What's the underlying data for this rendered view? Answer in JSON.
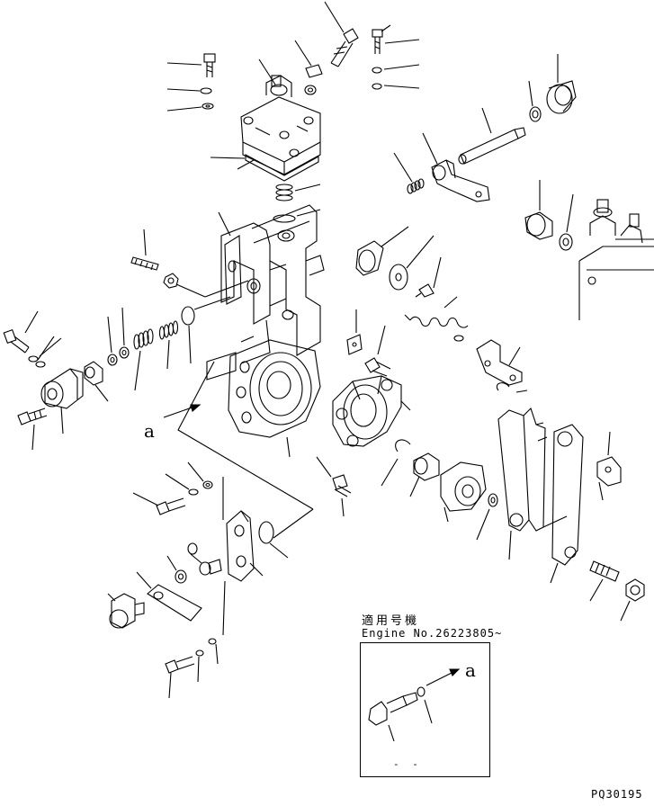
{
  "diagram": {
    "applicability": {
      "title": "適用号機",
      "engine_number": "Engine No.26223805~"
    },
    "view_marker": "a",
    "detail_marker": "a",
    "detail_note": "- -",
    "drawing_code": "PQ30195"
  }
}
